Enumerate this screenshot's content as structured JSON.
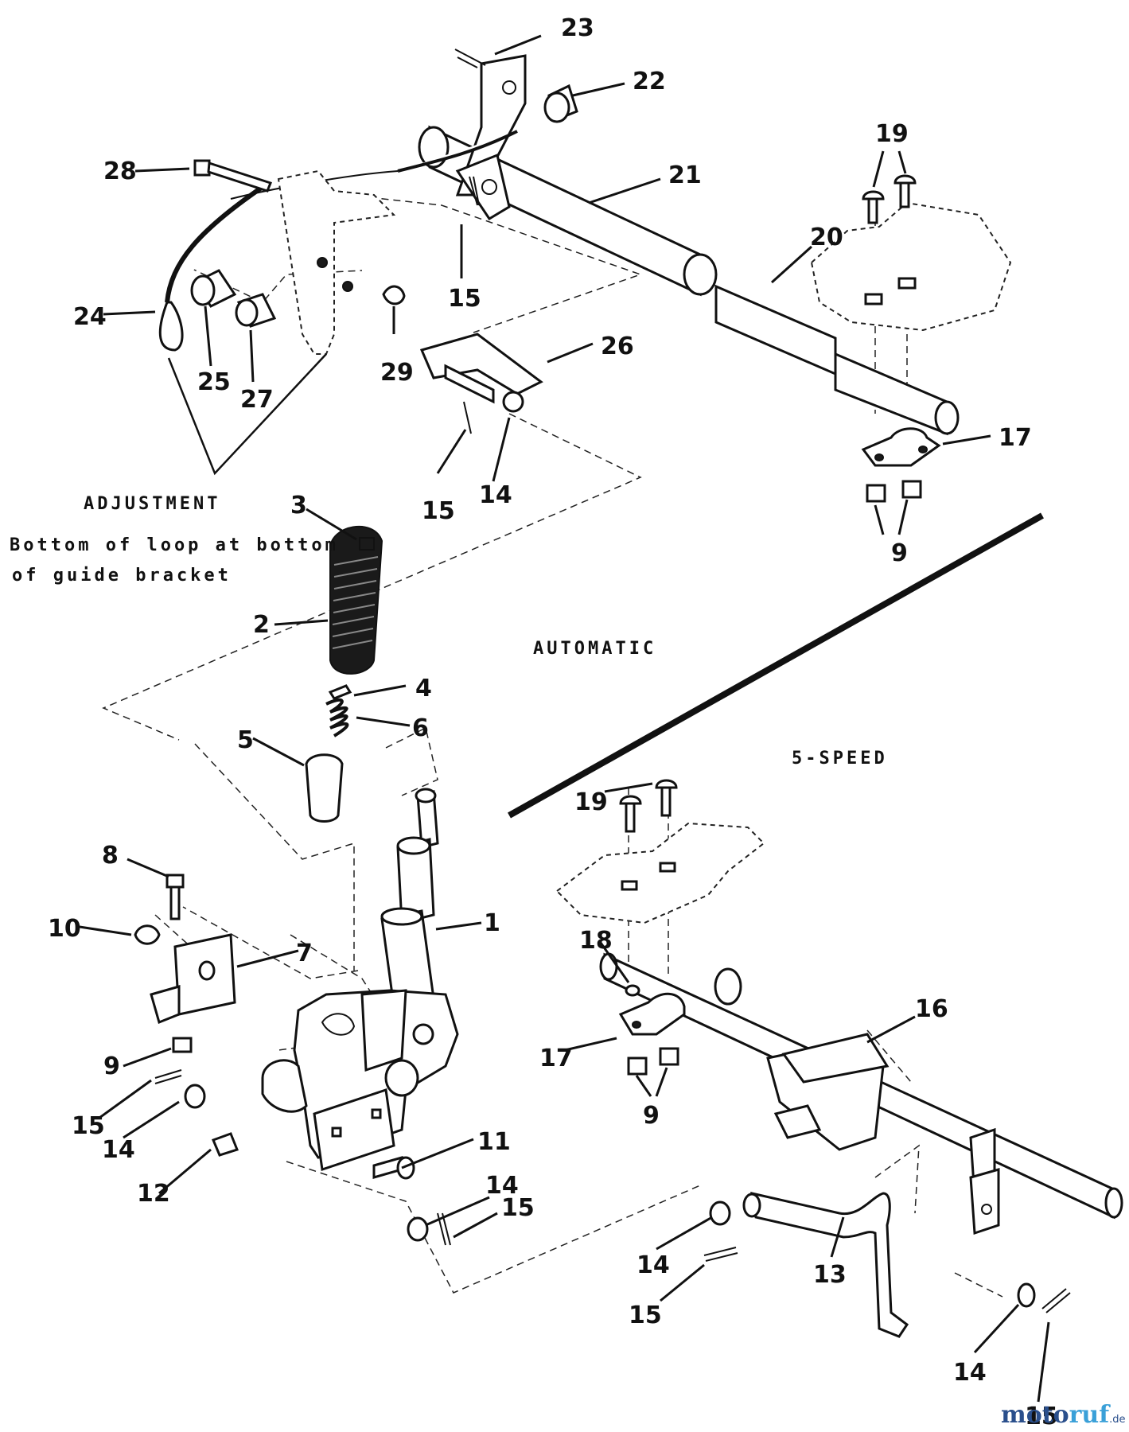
{
  "callouts": [
    {
      "num": "23"
    },
    {
      "num": "22"
    },
    {
      "num": "21"
    },
    {
      "num": "20"
    },
    {
      "num": "19"
    },
    {
      "num": "28"
    },
    {
      "num": "15"
    },
    {
      "num": "24"
    },
    {
      "num": "25"
    },
    {
      "num": "27"
    },
    {
      "num": "29"
    },
    {
      "num": "26"
    },
    {
      "num": "17"
    },
    {
      "num": "14"
    },
    {
      "num": "15"
    },
    {
      "num": "9"
    },
    {
      "num": "3"
    },
    {
      "num": "2"
    },
    {
      "num": "4"
    },
    {
      "num": "6"
    },
    {
      "num": "5"
    },
    {
      "num": "19"
    },
    {
      "num": "8"
    },
    {
      "num": "1"
    },
    {
      "num": "10"
    },
    {
      "num": "7"
    },
    {
      "num": "18"
    },
    {
      "num": "16"
    },
    {
      "num": "9"
    },
    {
      "num": "17"
    },
    {
      "num": "9"
    },
    {
      "num": "15"
    },
    {
      "num": "14"
    },
    {
      "num": "11"
    },
    {
      "num": "12"
    },
    {
      "num": "14"
    },
    {
      "num": "15"
    },
    {
      "num": "14"
    },
    {
      "num": "15"
    },
    {
      "num": "13"
    },
    {
      "num": "14"
    },
    {
      "num": "15"
    }
  ],
  "adjustment": {
    "heading": "ADJUSTMENT",
    "line1": "Bottom of loop at bottom",
    "line2": "of guide bracket"
  },
  "sections": {
    "automatic": "AUTOMATIC",
    "five_speed": "5-SPEED"
  },
  "watermark": {
    "part1": "moto",
    "part2": "ruf",
    "suffix": ".de"
  }
}
